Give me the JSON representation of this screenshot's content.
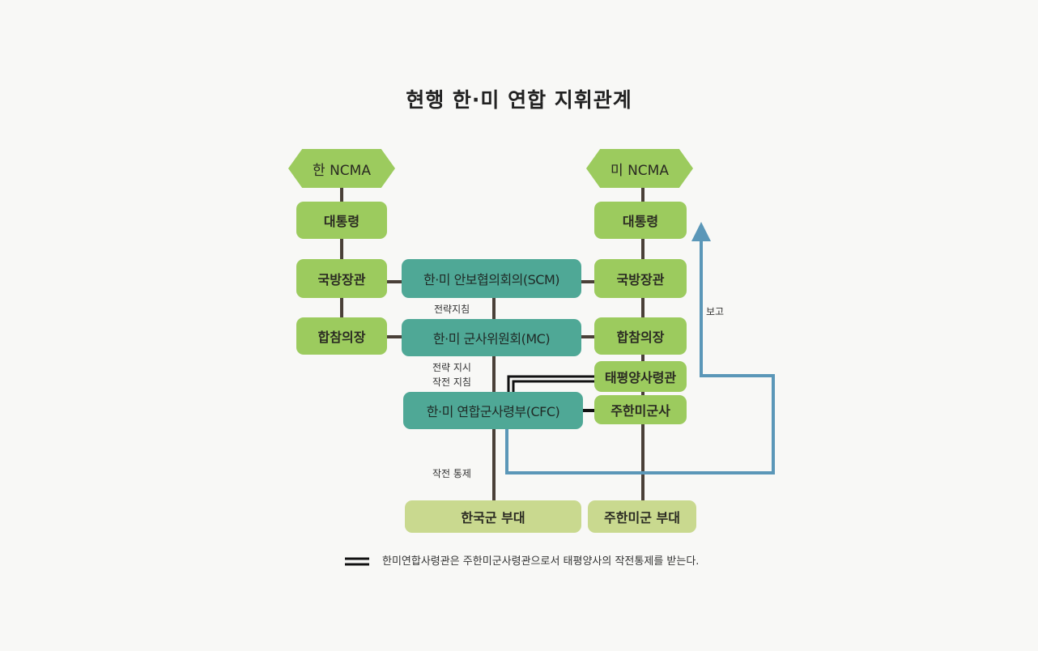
{
  "title": "현행 한·미 연합 지휘관계",
  "korea": {
    "ncma": "한 NCMA",
    "president": "대통령",
    "defense_minister": "국방장관",
    "jcs_chairman": "합참의장",
    "forces": "한국군 부대"
  },
  "us": {
    "ncma": "미 NCMA",
    "president": "대통령",
    "defense_secretary": "국방장관",
    "jcs_chairman": "합참의장",
    "pacom": "태평양사령관",
    "usfk": "주한미군사",
    "forces": "주한미군 부대"
  },
  "combined": {
    "scm": "한·미 안보협의회의(SCM)",
    "mc": "한·미 군사위원회(MC)",
    "cfc": "한·미 연합군사령부(CFC)"
  },
  "labels": {
    "strategic_guidance": "전략지침",
    "strategic_directive": "전략 지시",
    "operational_guidance": "작전 지침",
    "operational_control": "작전 통제",
    "report": "보고"
  },
  "legend": {
    "text": "한미연합사령관은 주한미군사령관으로서 태평양사의 작전통제를 받는다."
  },
  "colors": {
    "green": "#9ccb5e",
    "teal": "#4fa896",
    "light_green": "#c9d98f",
    "report_arrow": "#5b97b8",
    "line": "#4a4038"
  }
}
